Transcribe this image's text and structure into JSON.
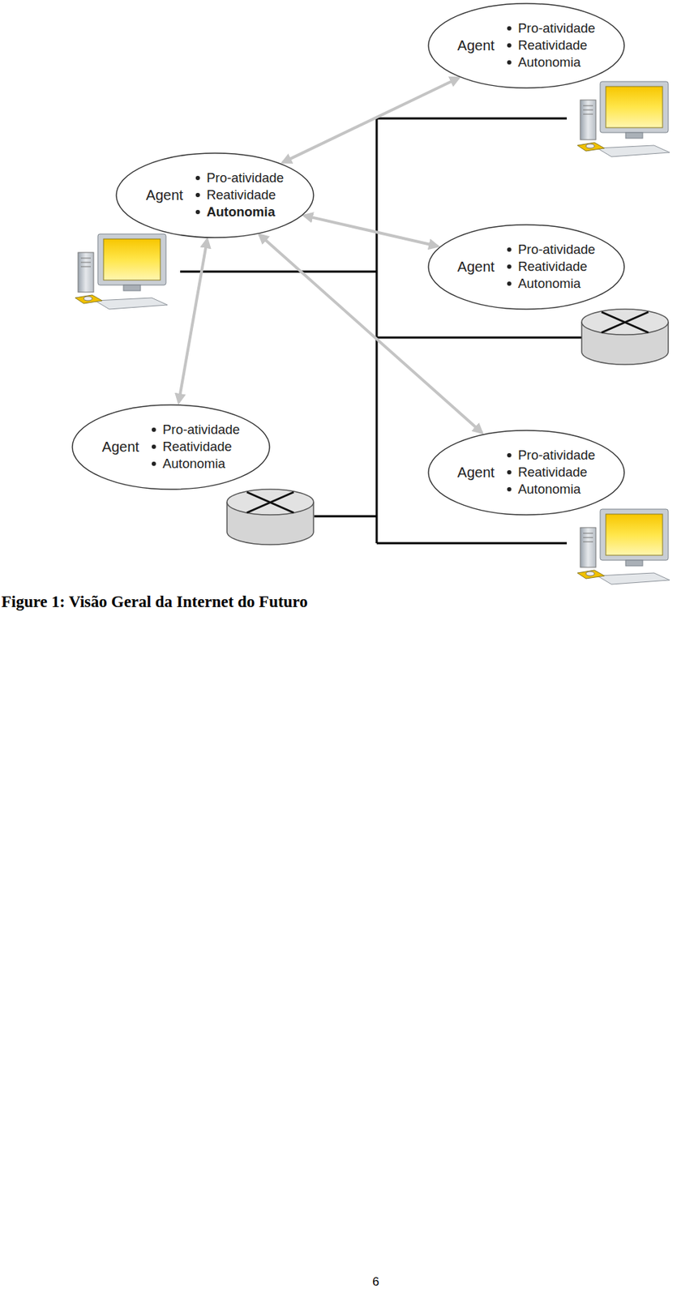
{
  "diagram": {
    "caption": "Figure 1: Visão Geral da Internet do Futuro",
    "nodes": [
      {
        "text": [
          "Agent",
          "Pro-atividade",
          "Reatividade",
          "Autonomia"
        ]
      },
      {
        "text": [
          "Agent",
          "Pro-atividade",
          "Reatividade",
          "Autonomia"
        ]
      },
      {
        "text": [
          "Agent",
          "Pro-atividade",
          "Reatividade",
          "Autonomia"
        ]
      },
      {
        "text": [
          "Agent",
          "Pro-atividade",
          "Reatividade",
          "Autonomia"
        ]
      },
      {
        "text": [
          "Agent",
          "Pro-atividade",
          "Reatividade",
          "Autonomia"
        ]
      }
    ],
    "edges": [
      {
        "from": 1,
        "to": 0,
        "arrow": "both"
      },
      {
        "from": 1,
        "to": 2,
        "arrow": "both"
      },
      {
        "from": 1,
        "to": 3,
        "arrow": "both"
      },
      {
        "from": 1,
        "to": 4,
        "arrow": "both"
      }
    ],
    "labels": [
      "6"
    ]
  }
}
